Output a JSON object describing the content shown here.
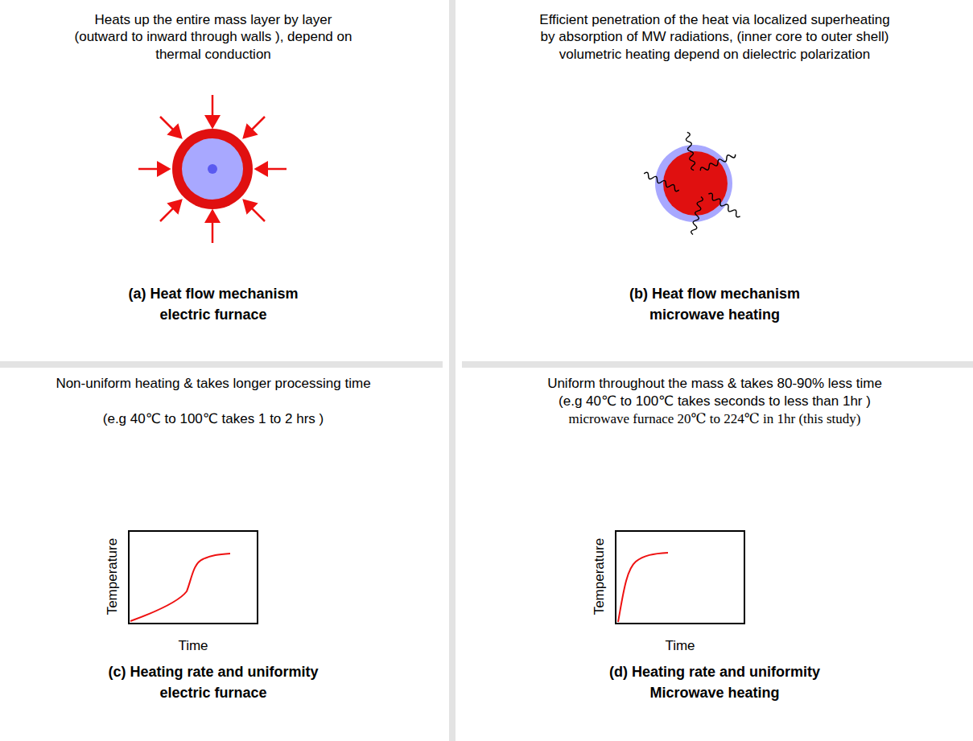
{
  "diagram": {
    "labels": [
      "Heats up the entire mass layer by layer (outward to inward through walls ), depend on thermal conduction",
      "(a) Heat flow mechanism electric furnace",
      "Efficient penetration of the heat via localized superheating by absorption of MW radiations, (inner core to outer shell) volumetric heating depend on dielectric polarization",
      "(b) Heat flow mechanism microwave heating",
      "Non-uniform heating & takes longer processing time",
      "(e.g 40℃ to 100℃ takes 1 to 2 hrs )",
      "Temperature",
      "Time",
      "(c) Heating rate and uniformity electric furnace",
      "Uniform throughout the mass & takes 80-90% less time",
      "(e.g 40℃ to 100℃ takes seconds to less than 1hr )",
      "microwave furnace 20℃ to 224℃ in 1hr (this study)",
      "Temperature",
      "Time",
      "(d) Heating rate and uniformity Microwave heating"
    ]
  }
}
